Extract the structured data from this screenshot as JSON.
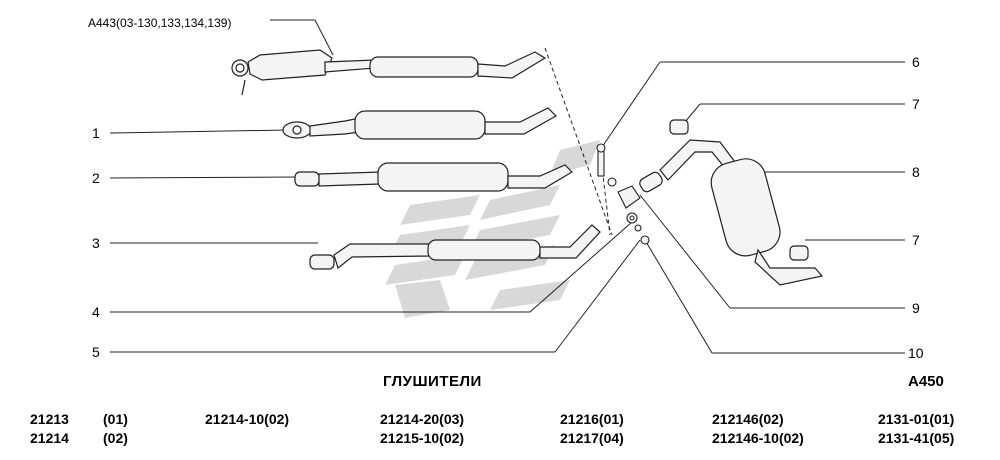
{
  "header_ref": "A443(03-130,133,134,139)",
  "title": "ГЛУШИТЕЛИ",
  "page_code": "A450",
  "callouts": {
    "c1": "1",
    "c2": "2",
    "c3": "3",
    "c4": "4",
    "c5": "5",
    "c6": "6",
    "c7a": "7",
    "c8": "8",
    "c7b": "7",
    "c9": "9",
    "c10": "10"
  },
  "models": {
    "m1": "21213",
    "m1v": "(01)",
    "m2": "21214",
    "m2v": "(02)",
    "m3": "21214-10(02)",
    "m4a": "21214-20(03)",
    "m4b": "21215-10(02)",
    "m5a": "21216(01)",
    "m5b": "21217(04)",
    "m6a": "212146(02)",
    "m6b": "212146-10(02)",
    "m7a": "2131-01(01)",
    "m7b": "2131-41(05)"
  },
  "colors": {
    "line": "#222222",
    "watermark": "#c8c8c8"
  }
}
